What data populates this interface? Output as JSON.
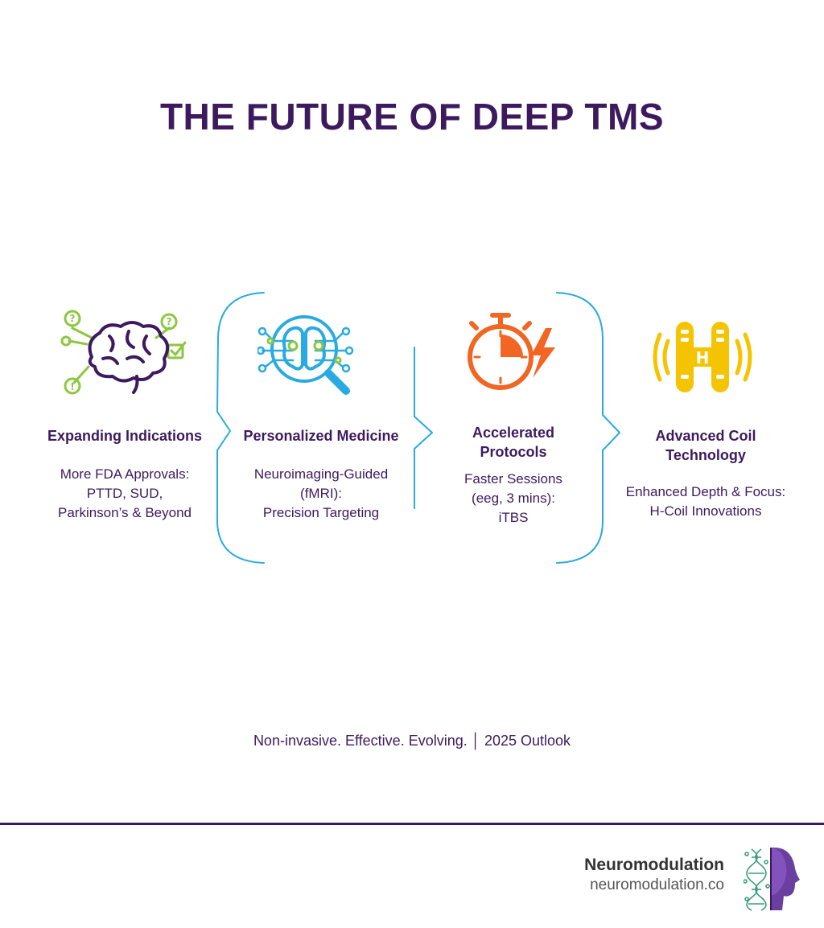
{
  "title": "THE FUTURE OF DEEP TMS",
  "columns": [
    {
      "heading": [
        "Expanding Indications"
      ],
      "desc": [
        "More FDA Approvals:",
        "PTTD, SUD,",
        "Parkinson’s & Beyond"
      ],
      "icon": "brain-question-icon",
      "color": "#8dc63f"
    },
    {
      "heading": [
        "Personalized Medicine"
      ],
      "desc": [
        "Neuroimaging-Guided",
        "(fMRI):",
        "Precision Targeting"
      ],
      "icon": "brain-magnifier-icon",
      "color": "#29abe2"
    },
    {
      "heading": [
        "Accelerated",
        "Protocols"
      ],
      "desc": [
        "Faster Sessions",
        "(eeg, 3 mins):",
        "iTBS"
      ],
      "icon": "stopwatch-lightning-icon",
      "color": "#f26522"
    },
    {
      "heading": [
        "Advanced Coil",
        "Technology"
      ],
      "desc": [
        "Enhanced Depth & Focus:",
        "H-Coil Innovations"
      ],
      "icon": "h-coil-icon",
      "color": "#f5c400"
    }
  ],
  "tagline": "Non-invasive. Effective. Evolving. │ 2025 Outlook",
  "brand": {
    "name": "Neuromodulation",
    "url": "neuromodulation.co"
  },
  "colors": {
    "primary": "#3d1a5e",
    "bracket": "#29abe2"
  }
}
